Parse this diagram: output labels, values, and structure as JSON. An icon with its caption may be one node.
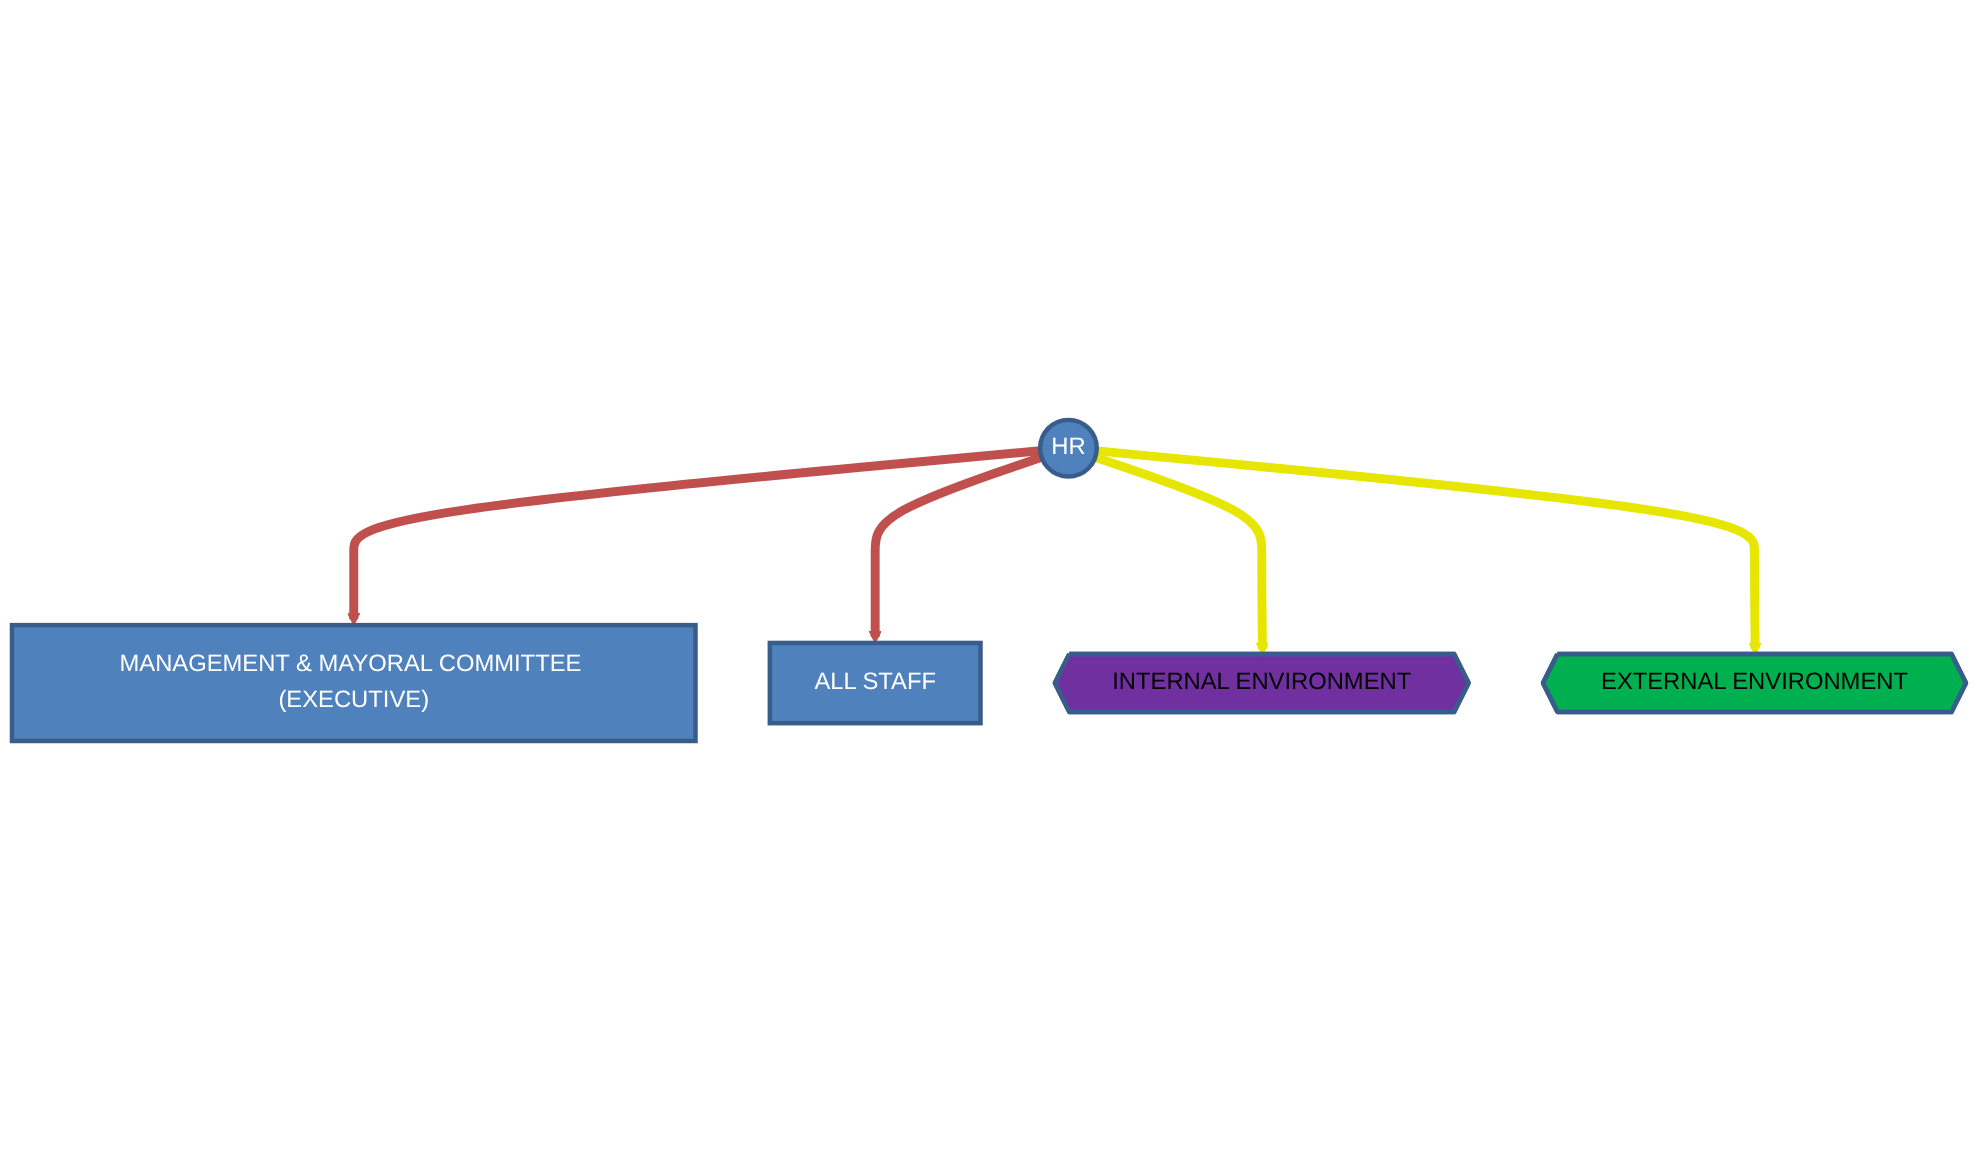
{
  "diagram": {
    "nodes": [
      {
        "text": [
          "MANAGEMENT & MAYORAL COMMITTEE (EXECUTIVE)"
        ]
      },
      {
        "text": [
          "EXTERNAL ENVIRONMENT"
        ]
      },
      {
        "text": [
          "HR"
        ]
      },
      {
        "text": [
          "INTERNAL ENVIRONMENT"
        ]
      },
      {
        "text": [
          "ALL STAFF"
        ]
      }
    ],
    "edges": [
      {
        "from": 2,
        "to": 0,
        "arrow": "to",
        "color": "#c0504d"
      },
      {
        "from": 2,
        "to": 4,
        "arrow": "to",
        "color": "#c0504d"
      },
      {
        "from": 2,
        "to": 3,
        "arrow": "to",
        "color": "#e6e600"
      },
      {
        "from": 2,
        "to": 1,
        "arrow": "to",
        "color": "#e6e600"
      }
    ]
  }
}
